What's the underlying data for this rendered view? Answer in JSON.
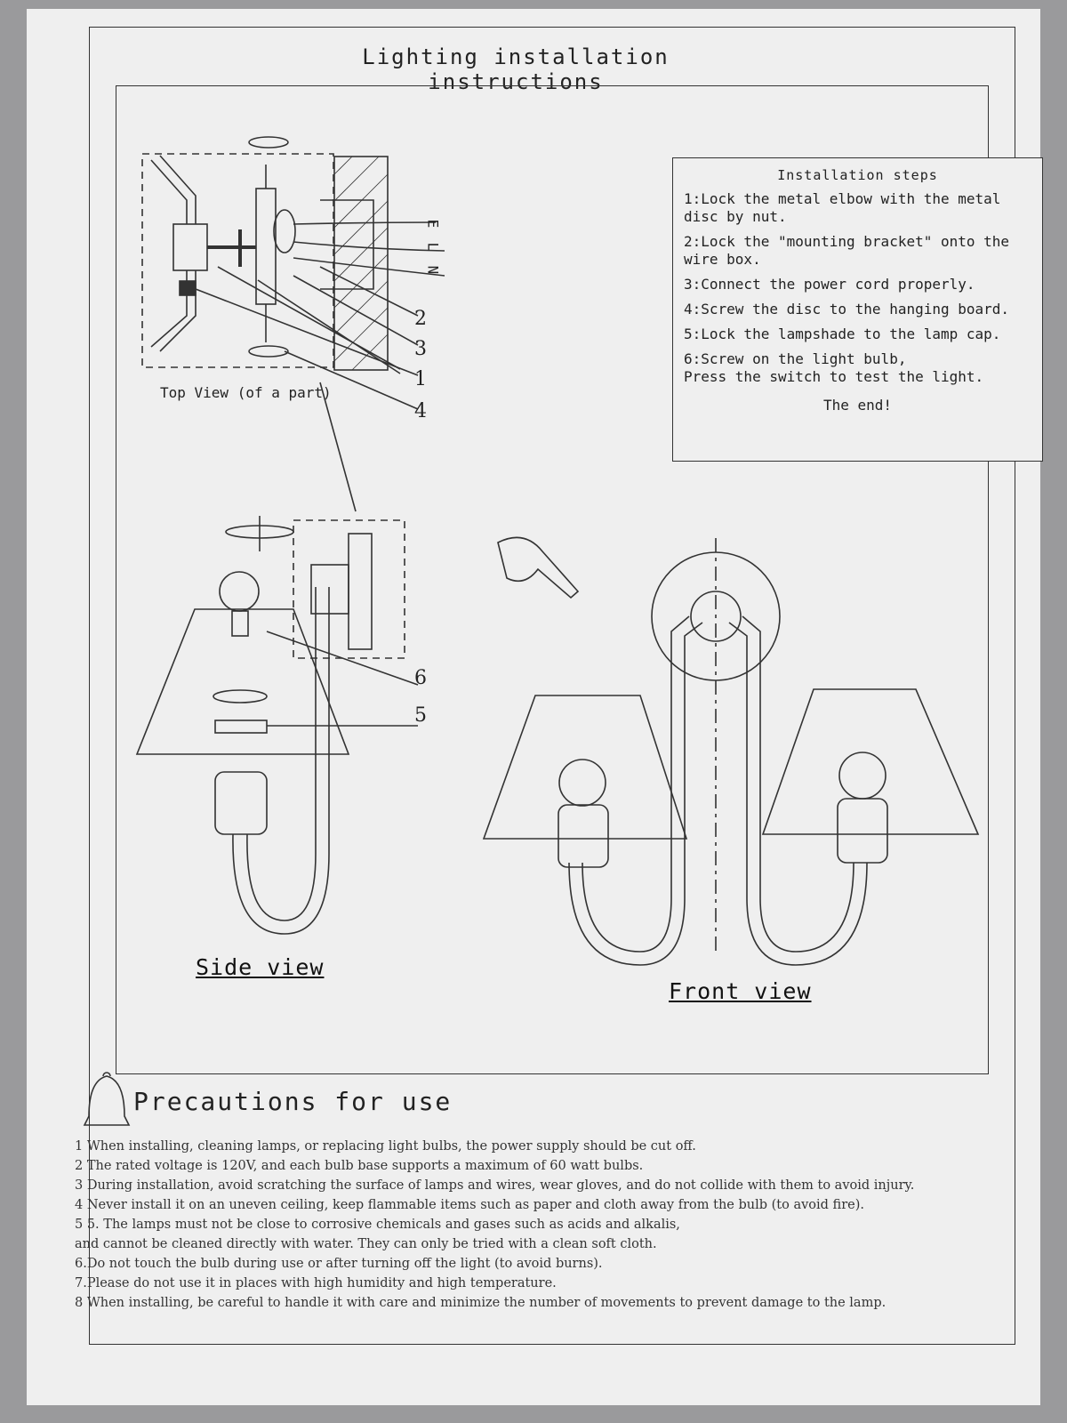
{
  "title": "Lighting installation instructions",
  "steps": {
    "heading": "Installation steps",
    "items": [
      "1:Lock the metal elbow with the metal disc by nut.",
      "2:Lock the \"mounting bracket\" onto the wire box.",
      "3:Connect the power cord properly.",
      "4:Screw the disc to the hanging board.",
      "5:Lock the lampshade to the lamp cap.",
      "6:Screw on the light bulb,\nPress the switch to test the light."
    ],
    "end": "The end!"
  },
  "diagram": {
    "top_view_label": "Top View (of a part)",
    "wire_labels": [
      "E",
      "L",
      "N"
    ],
    "callouts": [
      "2",
      "3",
      "1",
      "4",
      "6",
      "5"
    ],
    "side_view_label": "Side view",
    "front_view_label": "Front view"
  },
  "precautions": {
    "title": "Precautions for use",
    "icon": "bell-icon",
    "items": [
      "1 When installing, cleaning lamps, or replacing light bulbs, the power supply should be cut off.",
      "2 The rated voltage is 120V, and each bulb base supports a maximum of 60 watt bulbs.",
      "3 During installation, avoid scratching the surface of lamps and wires, wear gloves, and do not collide with them to avoid injury.",
      "4 Never install it on an uneven ceiling, keep flammable items such as paper and cloth away from the bulb (to avoid fire).",
      "5 5. The lamps must not be close to corrosive chemicals and gases such as acids and alkalis,",
      "and cannot be cleaned directly with water. They can only be tried with a clean soft cloth.",
      "6.Do not touch the bulb during use or after turning off the light (to avoid burns).",
      "7.Please do not use it in places with high humidity and high temperature.",
      "8 When installing, be careful to handle it with care and minimize the number of movements to prevent damage to the lamp."
    ]
  }
}
